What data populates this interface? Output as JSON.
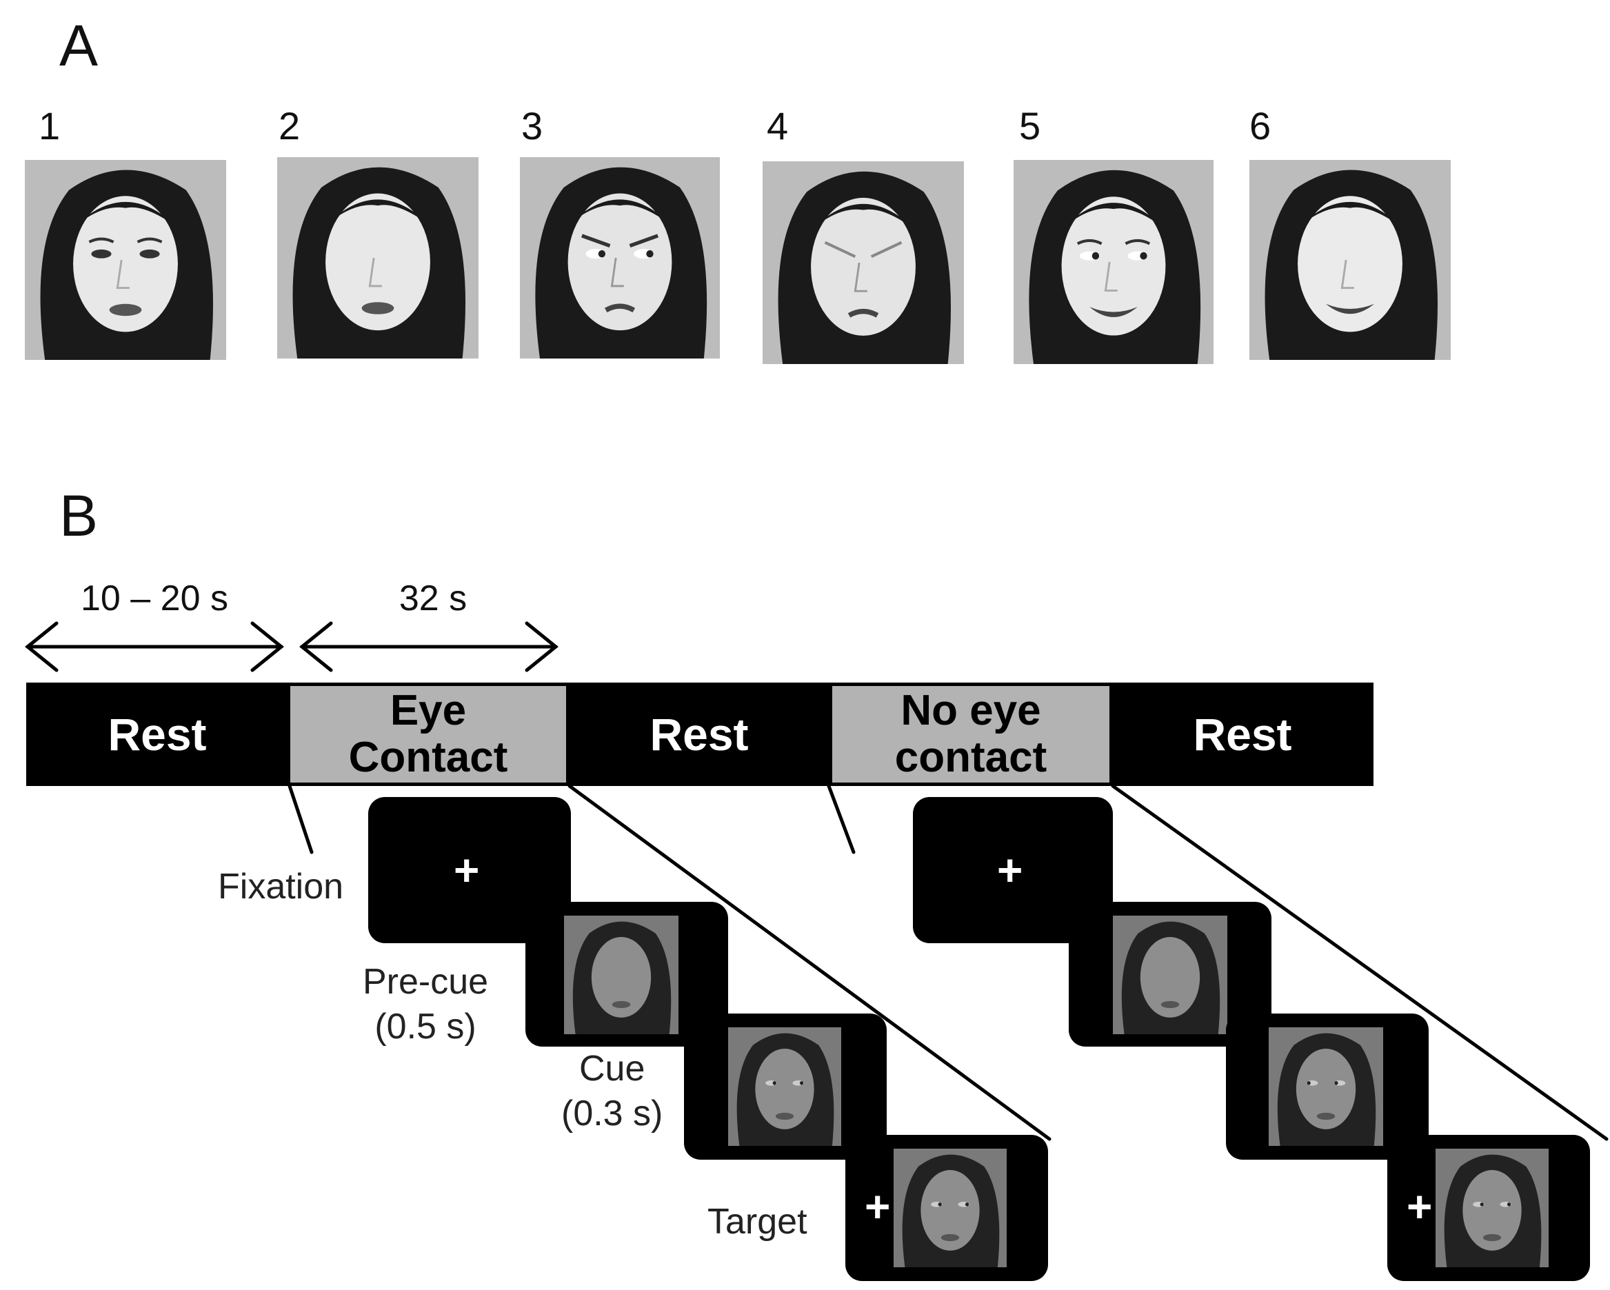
{
  "panel_a": {
    "letter": "A",
    "faces": [
      {
        "number": "1",
        "icon": "face-neutral-eyes-open-icon"
      },
      {
        "number": "2",
        "icon": "face-neutral-eyes-removed-icon"
      },
      {
        "number": "3",
        "icon": "face-angry-eyes-averted-icon"
      },
      {
        "number": "4",
        "icon": "face-angry-eyes-removed-icon"
      },
      {
        "number": "5",
        "icon": "face-smiling-eyes-averted-icon"
      },
      {
        "number": "6",
        "icon": "face-smiling-eyes-removed-icon"
      }
    ]
  },
  "panel_b": {
    "letter": "B",
    "durations": {
      "rest": "10 – 20 s",
      "task": "32 s"
    },
    "blocks": [
      {
        "label": "Rest",
        "kind": "rest"
      },
      {
        "label": "Eye\nContact",
        "kind": "task"
      },
      {
        "label": "Rest",
        "kind": "rest"
      },
      {
        "label": "No eye\ncontact",
        "kind": "task"
      },
      {
        "label": "Rest",
        "kind": "rest"
      }
    ],
    "trial_labels": {
      "fixation": "Fixation",
      "precue": "Pre-cue\n(0.5 s)",
      "cue": "Cue\n(0.3 s)",
      "target": "Target"
    },
    "fixation_symbol": "+"
  },
  "colors": {
    "rest_block": "#000000",
    "task_block": "#b3b3b3",
    "text_on_dark": "#ffffff"
  }
}
